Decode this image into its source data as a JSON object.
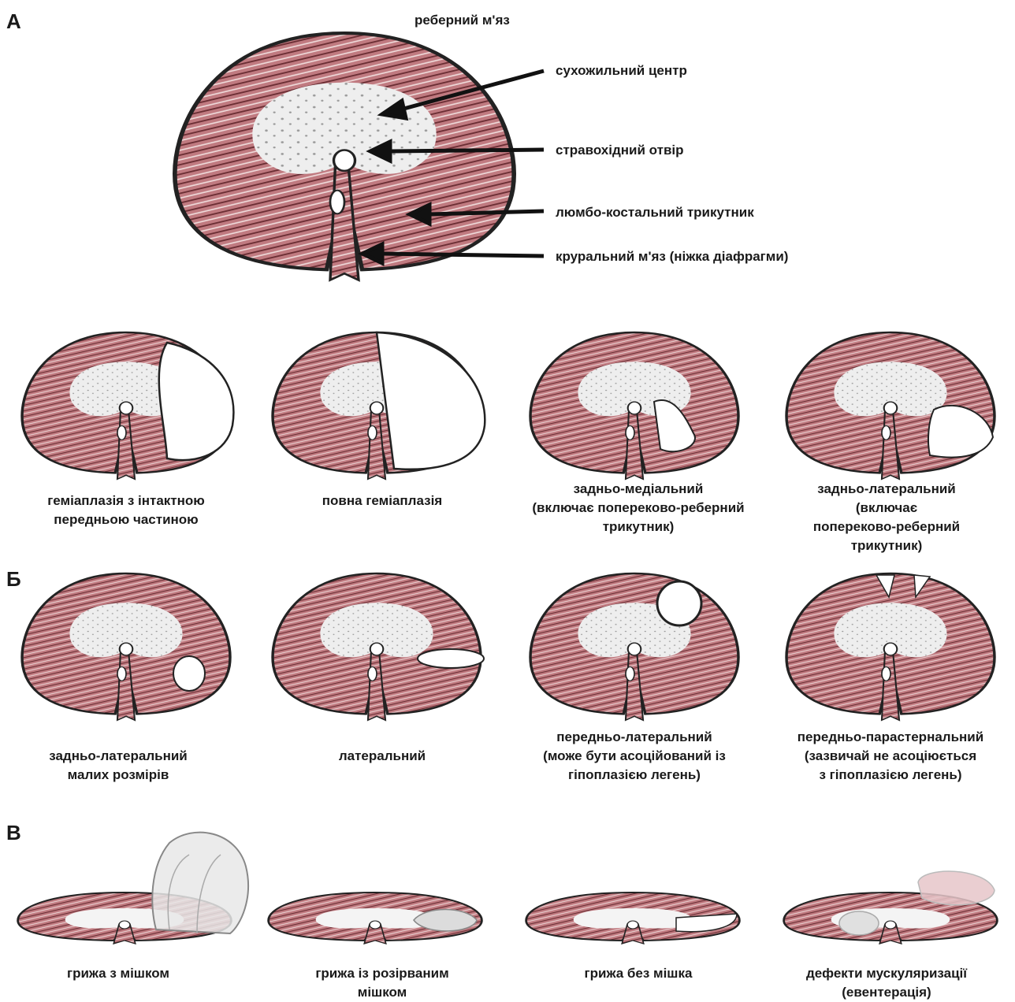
{
  "sections": {
    "a": "А",
    "b": "Б",
    "c": "В"
  },
  "top_labels": {
    "rib_muscle": "реберний м'яз",
    "tendon_center": "сухожильний центр",
    "esophageal_opening": "стравохідний отвір",
    "lumbocostal_triangle": "люмбо-костальний трикутник",
    "crural_muscle": "круральний м'яз (ніжка діафрагми)"
  },
  "row1": [
    {
      "lines": [
        "геміаплазія з інтактною",
        "передньою частиною"
      ]
    },
    {
      "lines": [
        "повна геміаплазія"
      ]
    },
    {
      "lines": [
        "задньо-медіальний",
        "(включає попереково-реберний",
        "трикутник)"
      ]
    },
    {
      "lines": [
        "задньо-латеральний",
        "(включає",
        "попереково-реберний",
        "трикутник)"
      ]
    }
  ],
  "row2": [
    {
      "lines": [
        "задньо-латеральний",
        "малих розмірів"
      ]
    },
    {
      "lines": [
        "латеральний"
      ]
    },
    {
      "lines": [
        "передньо-латеральний",
        "(може бути асоційований із",
        "гіпоплазією легень)"
      ]
    },
    {
      "lines": [
        "передньо-парастернальний",
        "(зазвичай не асоціюється",
        "з гіпоплазією легень)"
      ]
    }
  ],
  "row3": [
    {
      "lines": [
        "грижа з мішком"
      ]
    },
    {
      "lines": [
        "грижа із розірваним",
        "мішком"
      ]
    },
    {
      "lines": [
        "грижа без мішка"
      ]
    },
    {
      "lines": [
        "дефекти мускуляризації",
        "(евентерація)"
      ]
    }
  ],
  "colors": {
    "muscle": "#b0646a",
    "muscle_dark": "#7a3b40",
    "outline": "#222222",
    "tendon": "#eeeeee"
  }
}
